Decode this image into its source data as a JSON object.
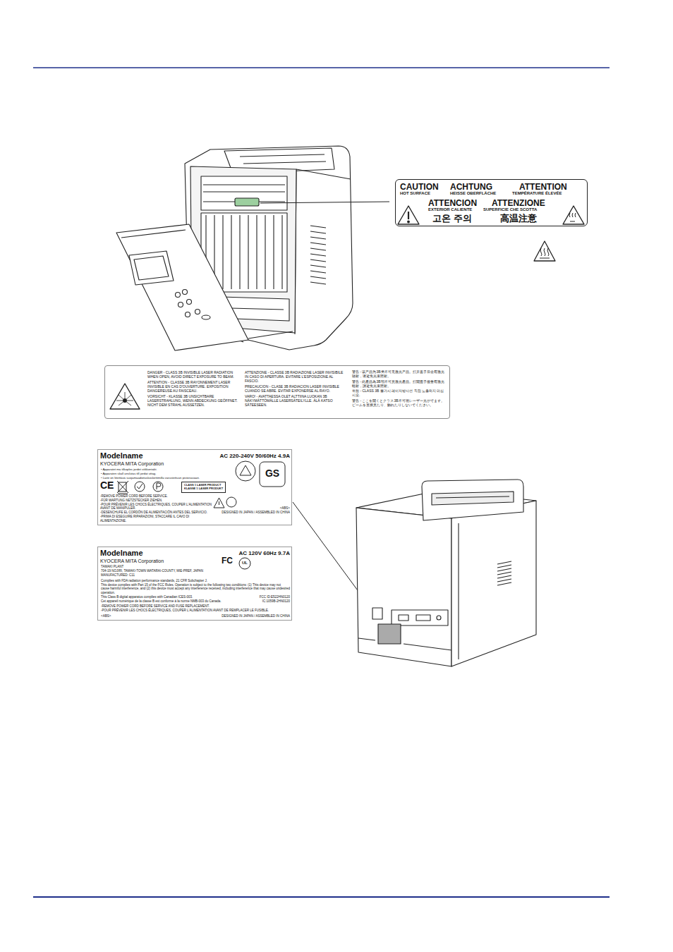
{
  "diagram": {
    "nodes": [
      {
        "text": [
          "CAUTION",
          "HOT SURFACE",
          "ACHTUNG",
          "HEISSE OBERFLÄCHE",
          "ATTENTION",
          "TEMPÉRATURE ÉLEVÉE",
          "ATTENCION",
          "EXTERIOR CALIENTE",
          "ATTENZIONE",
          "SUPERFICIE CHE SCOTTA",
          "고온 주의",
          "高温注意"
        ]
      },
      {
        "text": [
          "DANGER - CLASS 3B INVISIBLE LASER RADIATION WHEN OPEN, AVOID DIRECT EXPOSURE TO BEAM.",
          "ATTENTION - CLASSE 3B RAYONNEMENT LASER INVISIBLE EN CAS D'OUVERTURE. EXPOSITION DANGEREUSE AU FAISCEAU.",
          "VORSICHT - KLASSE 3B UNSICHTBARE LASERSTRAHLUNG, WENN ABDECKUNG GEÖFFNET. NICHT DEM STRAHL AUSSETZEN.",
          "ATTENZIONE - CLASSE 3B RADIAZIONE LASER INVISIBILE IN CASO DI APERTURA. EVITARE L'ESPOSIZIONE AL FASCIO.",
          "PRECAUCION - CLASE 3B RADIACION LASER INVISIBLE CUANDO SE ABRE. EVITAR EXPONERSE AL RAYO.",
          "VARO! - AVATTAESSA OLET ALTTIINA LUOKAN 3B NÄKYMÄTTÖMÄLLE LASERSÄTEILYLLE. ÄLÄ KATSO SÄTEESEEN.",
          "警告 - 该产品为3B类不可见激光产品。打开盖子后会有激光辐射，请避免光束照射。",
          "警告 - 此產品為3B類不可見激光產品。打開蓋子後會有激光輻射，請避免光束照射。",
          "위험 - CLASS 3B 불가시 레이저방사선 직접 노출하지 마십시오.",
          "警告 - ここを開くとクラス3B不可視レーザー光がでます。ビームを直接見たり、触れたりしないでください。"
        ]
      },
      {
        "text": [
          "Modelname",
          "AC 220-240V 50/60Hz 4.9A",
          "KYOCERA MITA Corporation",
          "• Apparatet må tilkoples jordet stikkontakt.",
          "• Apparaten skall anslutas till jordat uttag.",
          "• Laite on liitettävä suojamaadoituskoskettimilla varustettuun pistorasiaan.",
          "-REMOVE POWER CORD BEFORE SERVICE.",
          "-FÜR WARTUNG NETZSTECKER ZIEHEN.",
          "-POUR PRÉVENIR LES CHOCS ÉLECTRIQUES, COUPER L'ALIMENTATION AVANT DE MANIPULER.",
          "-DESENCHUFE EL CORDÓN DE ALIMENTACIÓN ANTES DEL SERVICIO.",
          "-PRIMA DI ESEGUIRE RIPARAZIONI, STACCARE IL CAVO DI ALIMENTAZIONE.",
          "<ABS>",
          "DESIGNED IN JAPAN / ASSEMBLED IN CHINA"
        ]
      },
      {
        "text": [
          "CLASS 1 LASER PRODUCT",
          "KLASSE 1 LASER PRODUKT"
        ],
        "in": 2
      },
      {
        "text": [
          "Modelname",
          "AC 120V 60Hz 9.7A",
          "KYOCERA MITA Corporation",
          "TAMAKI PLANT",
          "704-19 NOJIRI, TAMAKI-TOWN WATARAI-COUNTY, MIE-PREF, JAPAN",
          "MANUFACTURED: C11",
          "Complies with FDA radiation performance standards, 21 CFR Subchapter J.",
          "This device complies with Part 15 of the FCC Rules. Operation is subject to the following two conditions: (1) This device may not cause harmful interference, and (2) this device must accept any interference received, including interference that may cause undesired operation.",
          "This Class B digital apparatus complies with Canadian ICES-003.",
          "Cet appareil numérique de la classe B est conforme à la norme NMB-003 du Canada.",
          "FCC ID:E522HN0120",
          "IC:1059B-2HN0120",
          "-REMOVE POWER CORD BEFORE SERVICE AND FUSE REPLACEMENT.",
          "-POUR PRÉVENIR LES CHOCS ÉLECTRIQUES, COUPER L'ALIMENTATION AVANT DE REMPLACER LE FUSIBLE.",
          "<ABS>",
          "DESIGNED IN JAPAN / ASSEMBLED IN CHINA"
        ]
      }
    ],
    "labels": [
      "CE",
      "GS",
      "FC",
      "UL"
    ]
  }
}
